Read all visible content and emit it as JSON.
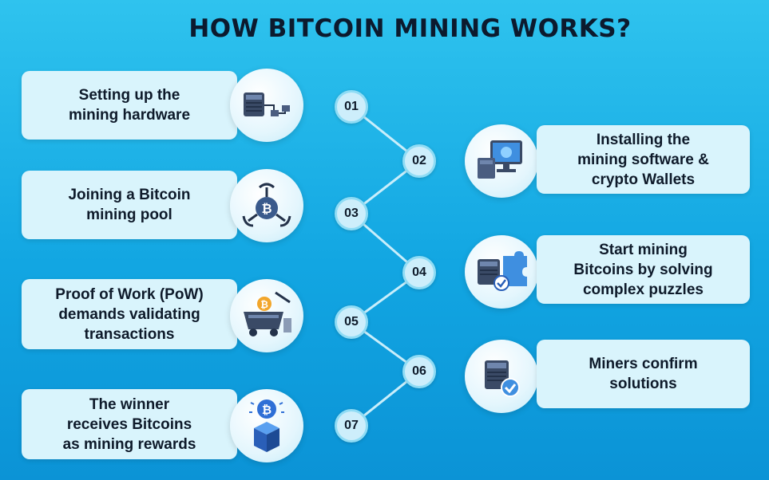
{
  "title": "HOW BITCOIN MINING WORKS?",
  "steps": [
    {
      "number": "01",
      "label": "Setting up the\nmining hardware",
      "icon": "mining-rig-icon"
    },
    {
      "number": "02",
      "label": "Installing the\nmining software &\ncrypto Wallets",
      "icon": "computer-wallet-icon"
    },
    {
      "number": "03",
      "label": "Joining a Bitcoin\nmining pool",
      "icon": "mining-pool-icon"
    },
    {
      "number": "04",
      "label": "Start mining\nBitcoins by solving\ncomplex puzzles",
      "icon": "puzzle-miner-icon"
    },
    {
      "number": "05",
      "label": "Proof of Work (PoW)\ndemands validating\ntransactions",
      "icon": "mine-cart-icon"
    },
    {
      "number": "06",
      "label": "Miners confirm\nsolutions",
      "icon": "confirmed-miner-icon"
    },
    {
      "number": "07",
      "label": "The winner\nreceives Bitcoins\nas mining rewards",
      "icon": "bitcoin-reward-icon"
    }
  ],
  "colors": {
    "accent": "#14a8e3",
    "box": "#d9f4fc",
    "text": "#0e1a2a"
  }
}
